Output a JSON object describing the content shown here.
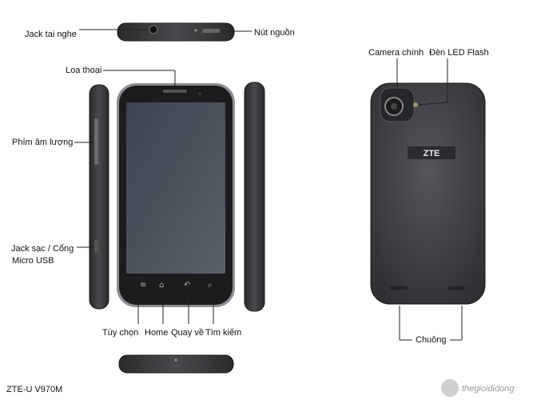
{
  "labels": {
    "audio_jack": "Jack tai nghe",
    "power_button": "Nút nguồn",
    "earpiece": "Loa thoại",
    "volume_keys": "Phím âm lượng",
    "charging_port": "Jack sạc / Cổng",
    "charging_port_2": "Micro USB",
    "options_key": "Tùy chọn",
    "home_key": "Home",
    "back_key": "Quay về",
    "search_key": "Tìm kiếm",
    "main_camera": "Camera chính",
    "led_flash": "Đèn LED Flash",
    "speaker": "Chuông"
  },
  "device": {
    "back_logo": "ZTE"
  },
  "caption": "ZTE-U V970M",
  "watermark": "thegioididong",
  "colors": {
    "body": "#3a3a3c",
    "screen": "#4a5058",
    "bezel": "#1c1c1e",
    "label_line": "#222222"
  }
}
